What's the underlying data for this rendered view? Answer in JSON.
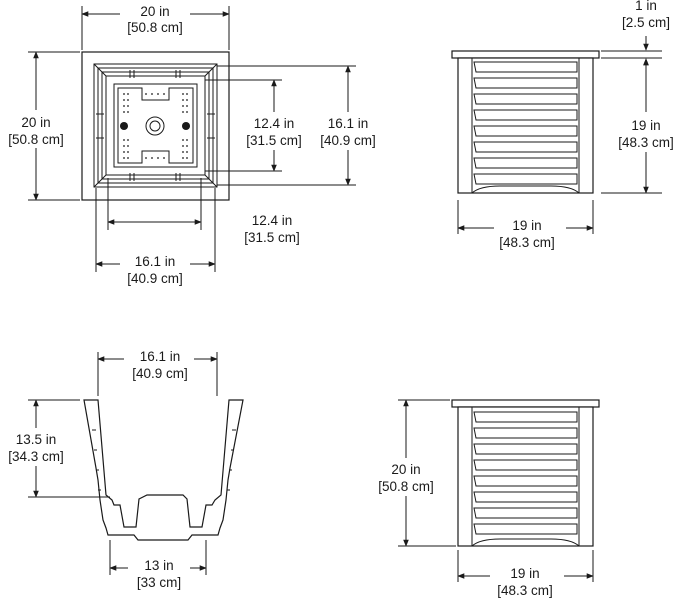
{
  "diagram": {
    "top_view": {
      "outer_width": {
        "in": "20 in",
        "cm": "[50.8 cm]"
      },
      "outer_height": {
        "in": "20 in",
        "cm": "[50.8 cm]"
      },
      "inner_height_a": {
        "in": "12.4 in",
        "cm": "[31.5 cm]"
      },
      "inner_height_b": {
        "in": "16.1 in",
        "cm": "[40.9 cm]"
      },
      "inner_width_a": {
        "in": "12.4 in",
        "cm": "[31.5 cm]"
      },
      "inner_width_b": {
        "in": "16.1 in",
        "cm": "[40.9 cm]"
      }
    },
    "side_view_upper": {
      "rim": {
        "in": "1 in",
        "cm": "[2.5 cm]"
      },
      "height": {
        "in": "19 in",
        "cm": "[48.3 cm]"
      },
      "width": {
        "in": "19 in",
        "cm": "[48.3 cm]"
      }
    },
    "section_view": {
      "top_width": {
        "in": "16.1 in",
        "cm": "[40.9 cm]"
      },
      "depth": {
        "in": "13.5 in",
        "cm": "[34.3 cm]"
      },
      "bottom_width": {
        "in": "13 in",
        "cm": "[33 cm]"
      }
    },
    "side_view_lower": {
      "height": {
        "in": "20 in",
        "cm": "[50.8 cm]"
      },
      "width": {
        "in": "19 in",
        "cm": "[48.3 cm]"
      }
    }
  },
  "colors": {
    "line": "#1a1a1a",
    "background": "#ffffff"
  }
}
